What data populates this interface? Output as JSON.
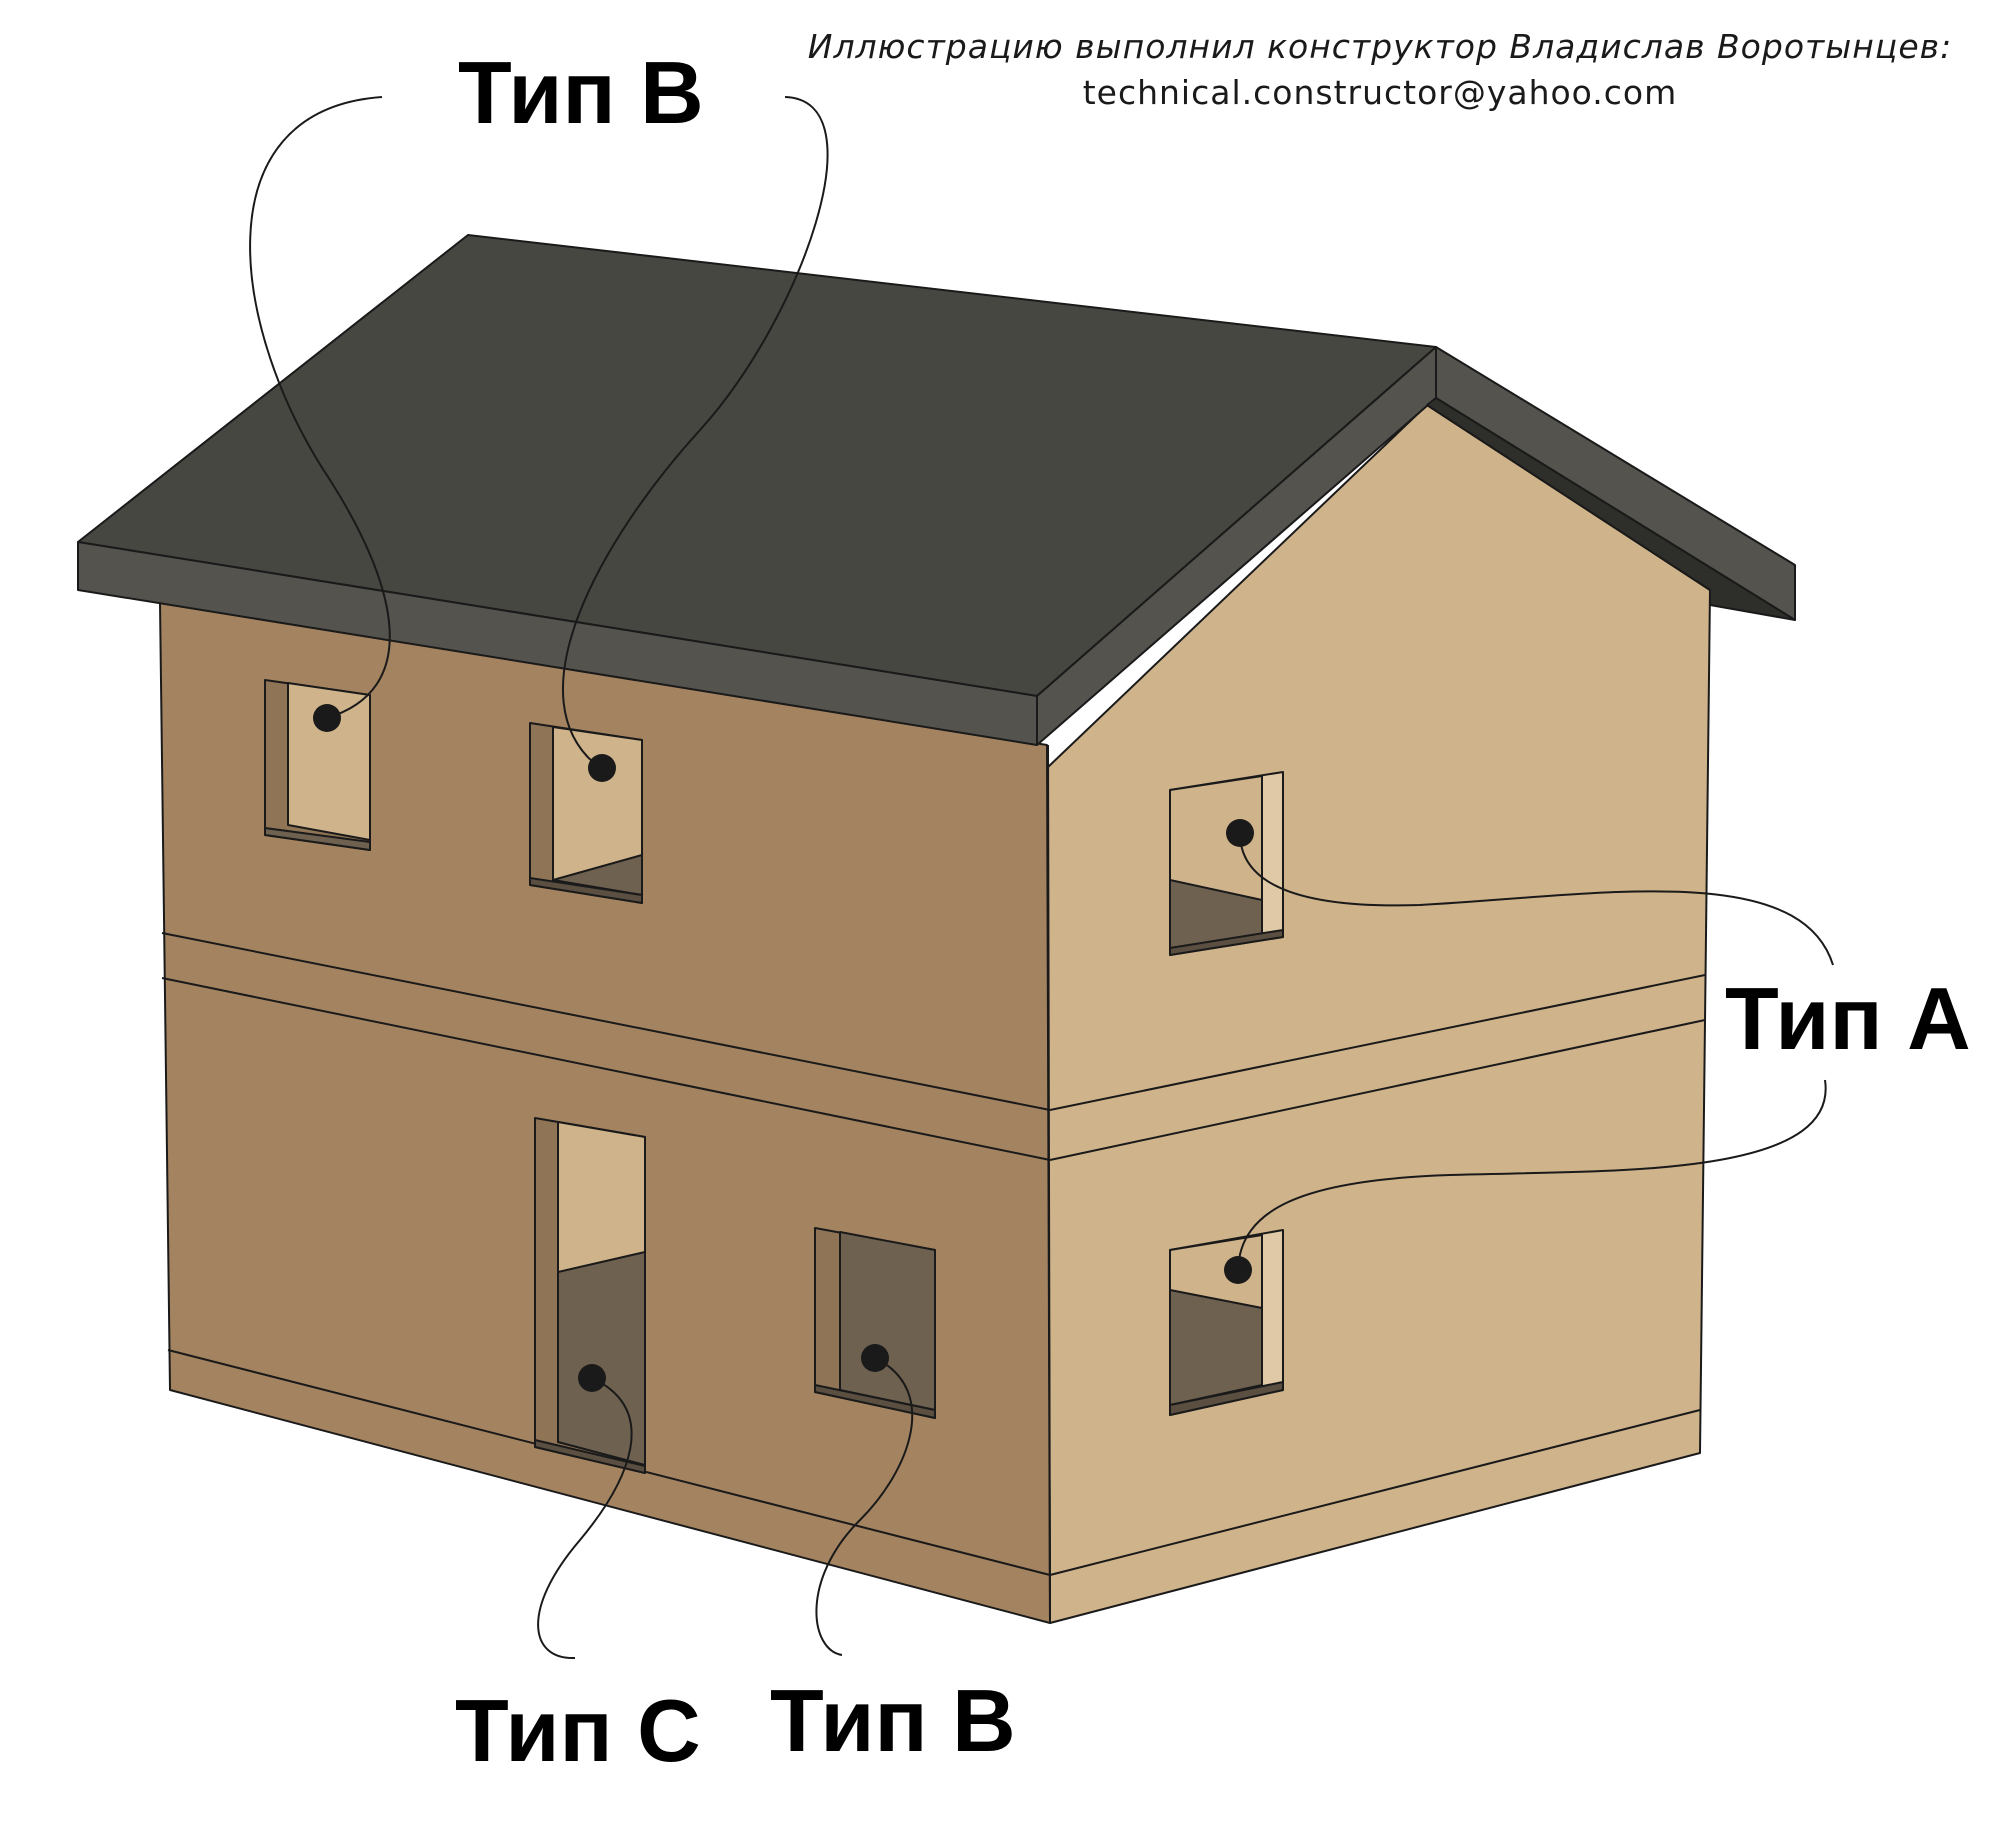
{
  "credit": {
    "line1": "Иллюстрацию выполнил конструктор Владислав Воротынцев:",
    "line2": "technical.constructor@yahoo.com"
  },
  "labels": {
    "top": "Тип B",
    "right": "Тип A",
    "bottom_left": "Тип C",
    "bottom_right": "Тип B"
  },
  "colors": {
    "roof_top": "#474742",
    "roof_edge": "#55534e",
    "front_wall": "#a48360",
    "side_wall": "#cfb38b",
    "window_reveal": "#cfb38b",
    "window_sill": "#6e6150",
    "outline": "#1a1a1a"
  }
}
